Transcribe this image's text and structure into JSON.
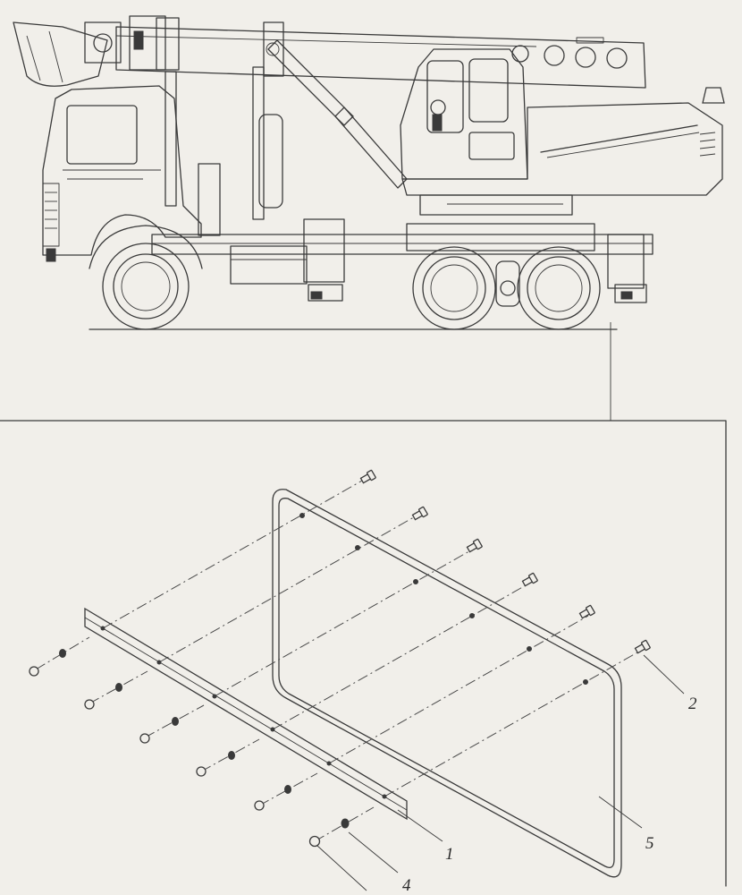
{
  "labels": {
    "plate": "1",
    "bolt": "2",
    "washer": "4",
    "seal": "5"
  },
  "colors": {
    "paper": "#f1efea",
    "ink": "#3a3a3a"
  }
}
